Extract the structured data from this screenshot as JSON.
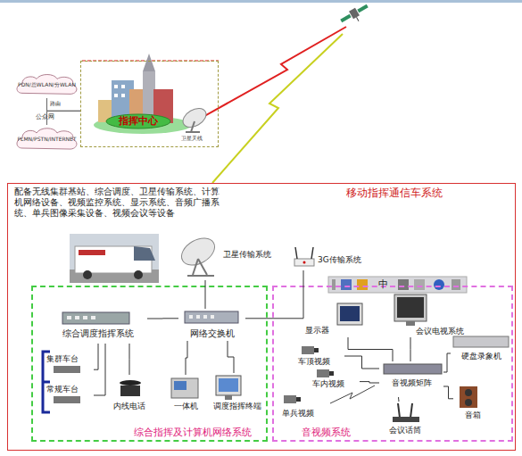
{
  "diagram": {
    "nodes": [
      {
        "text": [
          "PDN/总WLAN/分WLAN"
        ]
      },
      {
        "text": [
          "PLMN/PSTN/INTERNET"
        ]
      },
      {
        "text": [
          "卫星天线"
        ]
      },
      {
        "text": [
          "指挥中心"
        ],
        "in": 2
      },
      {
        "text": [
          "移动指挥通信车系统",
          "配备无线集群基站、综合调度、卫星传输系统、计算机网络设备、视频监控系统、显示系统、音频广播系统、单兵图像采集设备、视频会议等设备"
        ]
      },
      {
        "text": [
          "综合指挥及计算机网络系统"
        ],
        "in": 4
      },
      {
        "text": [
          "音视频系统"
        ],
        "in": 4
      },
      {
        "text": [
          "卫星传输系统"
        ],
        "in": 4
      },
      {
        "text": [
          "3G传输系统"
        ],
        "in": 4
      },
      {
        "text": [
          "综合调度指挥系统"
        ],
        "in": 5
      },
      {
        "text": [
          "网络交换机"
        ],
        "in": 5
      },
      {
        "text": [
          "集群车台"
        ],
        "in": 5
      },
      {
        "text": [
          "常规车台"
        ],
        "in": 5
      },
      {
        "text": [
          "内线电话"
        ],
        "in": 5
      },
      {
        "text": [
          "一体机"
        ],
        "in": 5
      },
      {
        "text": [
          "调度指挥终端"
        ],
        "in": 5
      },
      {
        "text": [
          "显示器"
        ],
        "in": 6
      },
      {
        "text": [
          "会议电视系统"
        ],
        "in": 6
      },
      {
        "text": [
          "车顶视频"
        ],
        "in": 6
      },
      {
        "text": [
          "车内视频"
        ],
        "in": 6
      },
      {
        "text": [
          "单兵视频"
        ],
        "in": 6
      },
      {
        "text": [
          "音视频矩阵"
        ],
        "in": 6
      },
      {
        "text": [
          "硬盘录象机"
        ],
        "in": 6
      },
      {
        "text": [
          "音箱"
        ],
        "in": 6
      },
      {
        "text": [
          "会议话筒"
        ],
        "in": 6
      }
    ],
    "edges": [
      {
        "from": 0,
        "to": 2,
        "arrow": "none"
      },
      {
        "from": 1,
        "to": 2,
        "arrow": "none"
      },
      {
        "from": 10,
        "to": 7,
        "arrow": "none"
      },
      {
        "from": 10,
        "to": 8,
        "arrow": "none"
      },
      {
        "from": 9,
        "to": 10,
        "arrow": "none"
      },
      {
        "from": 9,
        "to": 11,
        "arrow": "none"
      },
      {
        "from": 9,
        "to": 12,
        "arrow": "none"
      },
      {
        "from": 9,
        "to": 13,
        "arrow": "none"
      },
      {
        "from": 10,
        "to": 14,
        "arrow": "none"
      },
      {
        "from": 10,
        "to": 15,
        "arrow": "none"
      },
      {
        "from": 21,
        "to": 16,
        "arrow": "none"
      },
      {
        "from": 21,
        "to": 17,
        "arrow": "none"
      },
      {
        "from": 21,
        "to": 18,
        "arrow": "none"
      },
      {
        "from": 21,
        "to": 19,
        "arrow": "none"
      },
      {
        "from": 21,
        "to": 22,
        "arrow": "none"
      },
      {
        "from": 21,
        "to": 23,
        "arrow": "none"
      },
      {
        "from": 21,
        "to": 24,
        "arrow": "none"
      }
    ],
    "labels": [
      "路由",
      "公众网",
      "中"
    ]
  }
}
